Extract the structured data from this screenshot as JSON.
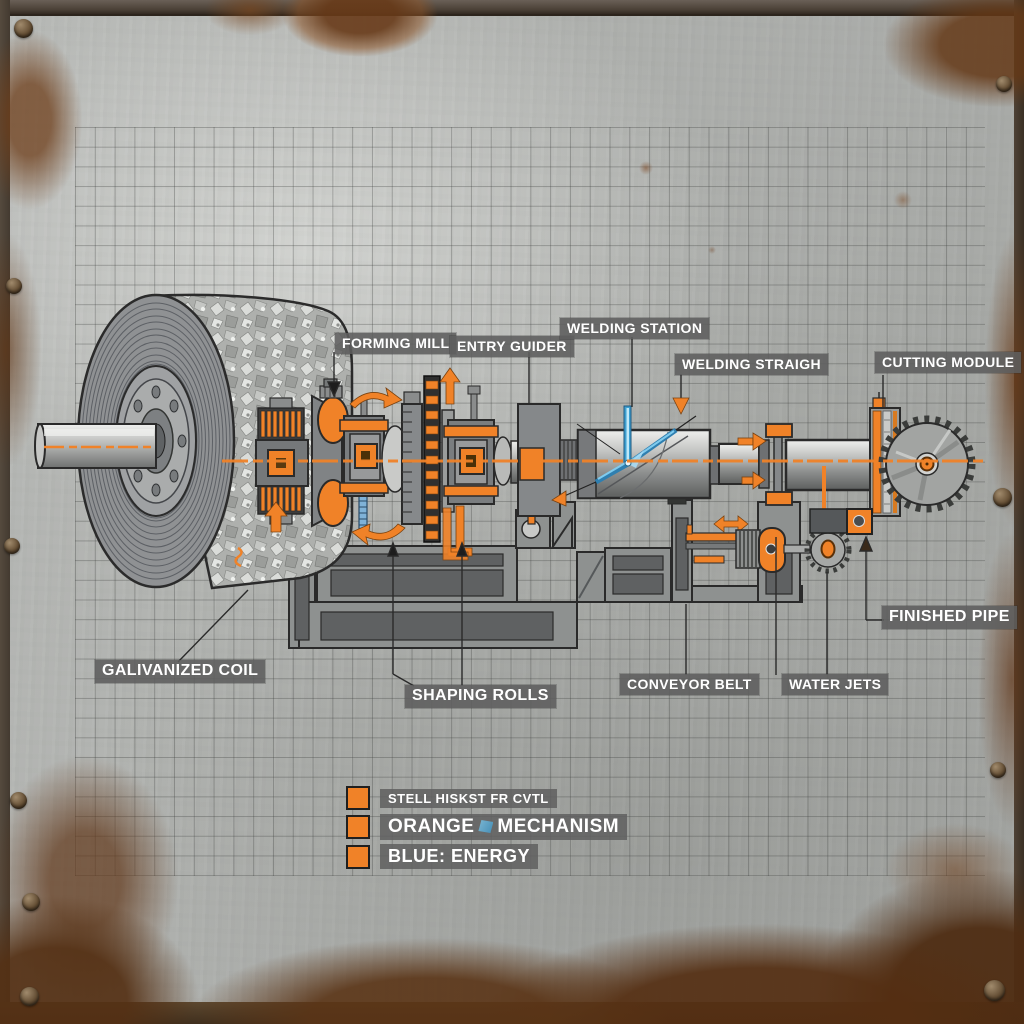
{
  "callouts": {
    "forming_mill": "FORMING MILL",
    "entry_guider": "ENTRY GUIDER",
    "welding_station": "WELDING STATION",
    "welding_straightener": "WELDING STRAIGH",
    "cutting_module": "CUTTING MODULE",
    "galvanized_coil": "GALIVANIZED COIL",
    "shaping_rolls": "SHAPING ROLLS",
    "conveyor_belt": "CONVEYOR BELT",
    "water_jets": "WATER JETS",
    "finished_pipe": "FINISHED PIPE"
  },
  "legend": {
    "row1": "STELL HISKST FR CVTL",
    "row2_prefix": "ORANGE",
    "row2_suffix": "MECHANISM",
    "row3": "BLUE: ENERGY"
  },
  "colors": {
    "accent_orange": "#F08228",
    "energy_blue": "#56BCE8",
    "label_bg": "#5D5D5D",
    "label_text": "#FFFFFF",
    "machine_gray": "#8E9190",
    "panel_gray": "#B2B4B1",
    "rust_brown": "#6B4423",
    "grid_line": "#3A3C3A"
  }
}
